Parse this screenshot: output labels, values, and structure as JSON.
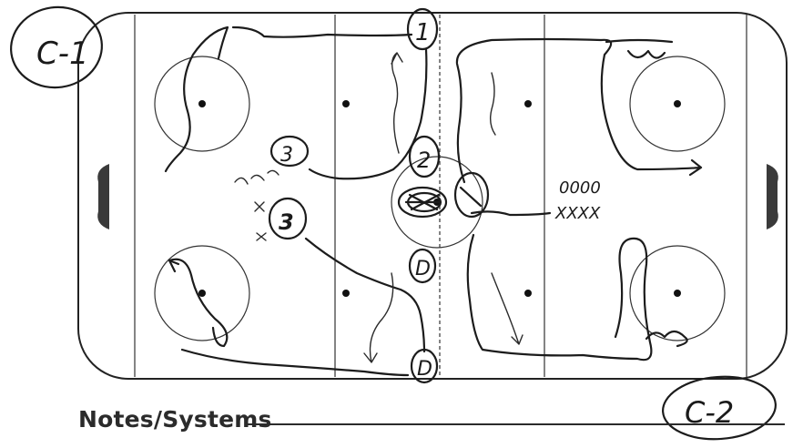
{
  "corner_labels": {
    "top_left": "C-1",
    "bottom_right": "C-2"
  },
  "players": {
    "one": "1",
    "two": "2",
    "three": "3",
    "d": "D"
  },
  "drill_marks": {
    "pucks": "0000",
    "cones": "XXXX"
  },
  "notes": {
    "label": "Notes/Systems"
  }
}
